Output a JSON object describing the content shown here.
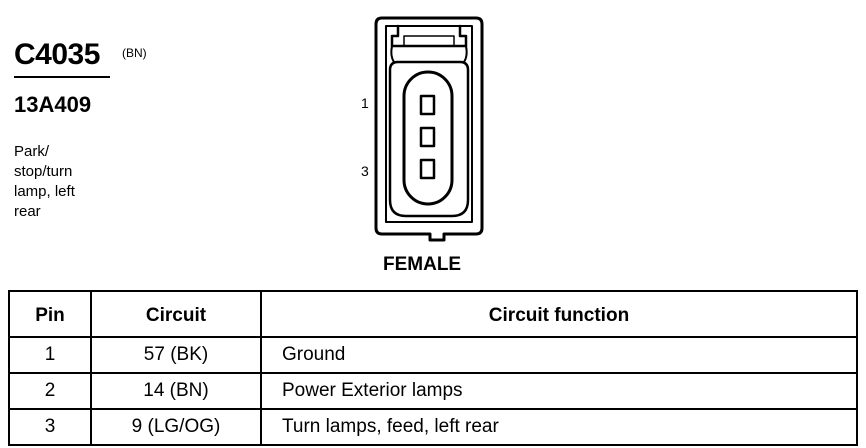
{
  "connector": {
    "id": "C4035",
    "color_code": "(BN)",
    "part_number": "13A409",
    "description_lines": [
      "Park/",
      "stop/turn",
      "lamp, left",
      "rear"
    ],
    "pin_labels": [
      "1",
      "3"
    ],
    "gender": "FEMALE"
  },
  "table": {
    "headers": {
      "pin": "Pin",
      "circuit": "Circuit",
      "function": "Circuit function"
    },
    "rows": [
      {
        "pin": "1",
        "circuit": "57 (BK)",
        "function": "Ground"
      },
      {
        "pin": "2",
        "circuit": "14 (BN)",
        "function": "Power Exterior lamps"
      },
      {
        "pin": "3",
        "circuit": "9 (LG/OG)",
        "function": "Turn lamps, feed, left rear"
      }
    ]
  }
}
